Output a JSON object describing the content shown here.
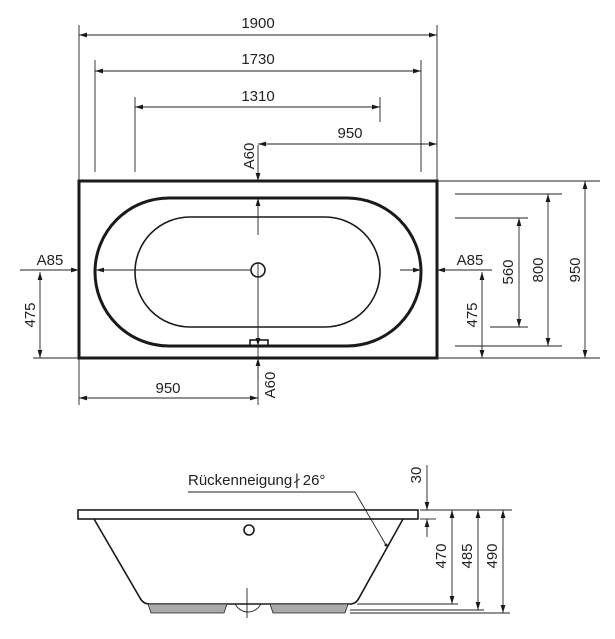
{
  "top_view": {
    "dim_total_length": "1900",
    "dim_outer_basin_length": "1730",
    "dim_inner_basin_length": "1310",
    "dim_drain_to_right": "950",
    "dim_top_A": "A60",
    "dim_left_A": "A85",
    "dim_right_A": "A85",
    "dim_left_height": "475",
    "dim_bottom_length": "950",
    "dim_bottom_A": "A60",
    "dim_inner_width": "560",
    "dim_outer_basin_width": "800",
    "dim_total_width": "950",
    "dim_right_height": "475"
  },
  "side_view": {
    "backrest_label": "Rückenneigung",
    "angle_symbol": "∤",
    "angle_value": "26°",
    "dim_rim": "30",
    "dim_height_470": "470",
    "dim_height_485": "485",
    "dim_height_490": "490"
  }
}
